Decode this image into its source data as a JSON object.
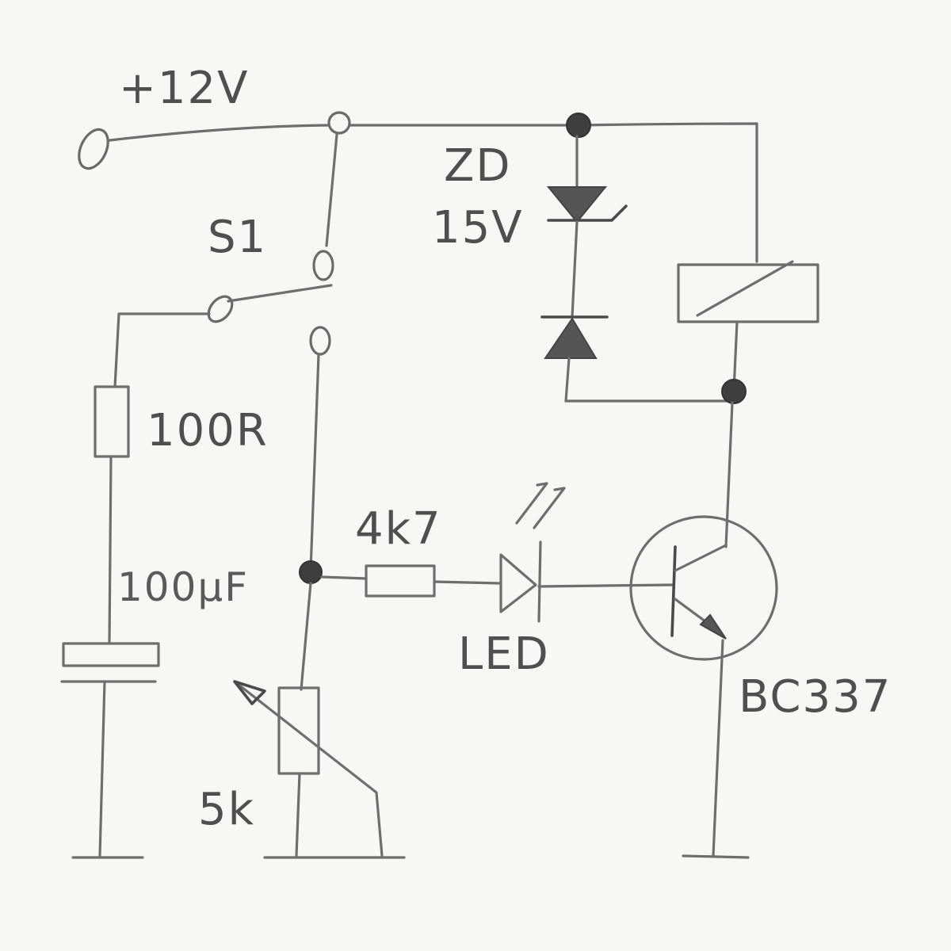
{
  "labels": {
    "supply": "+12V",
    "switch": "S1",
    "zener_name": "ZD",
    "zener_voltage": "15V",
    "resistor_r1": "100R",
    "capacitor": "100µF",
    "resistor_r2": "4k7",
    "led": "LED",
    "transistor": "BC337",
    "potentiometer": "5k"
  },
  "colors": {
    "paper": "#f7f7f6",
    "pencil": "#555555"
  }
}
